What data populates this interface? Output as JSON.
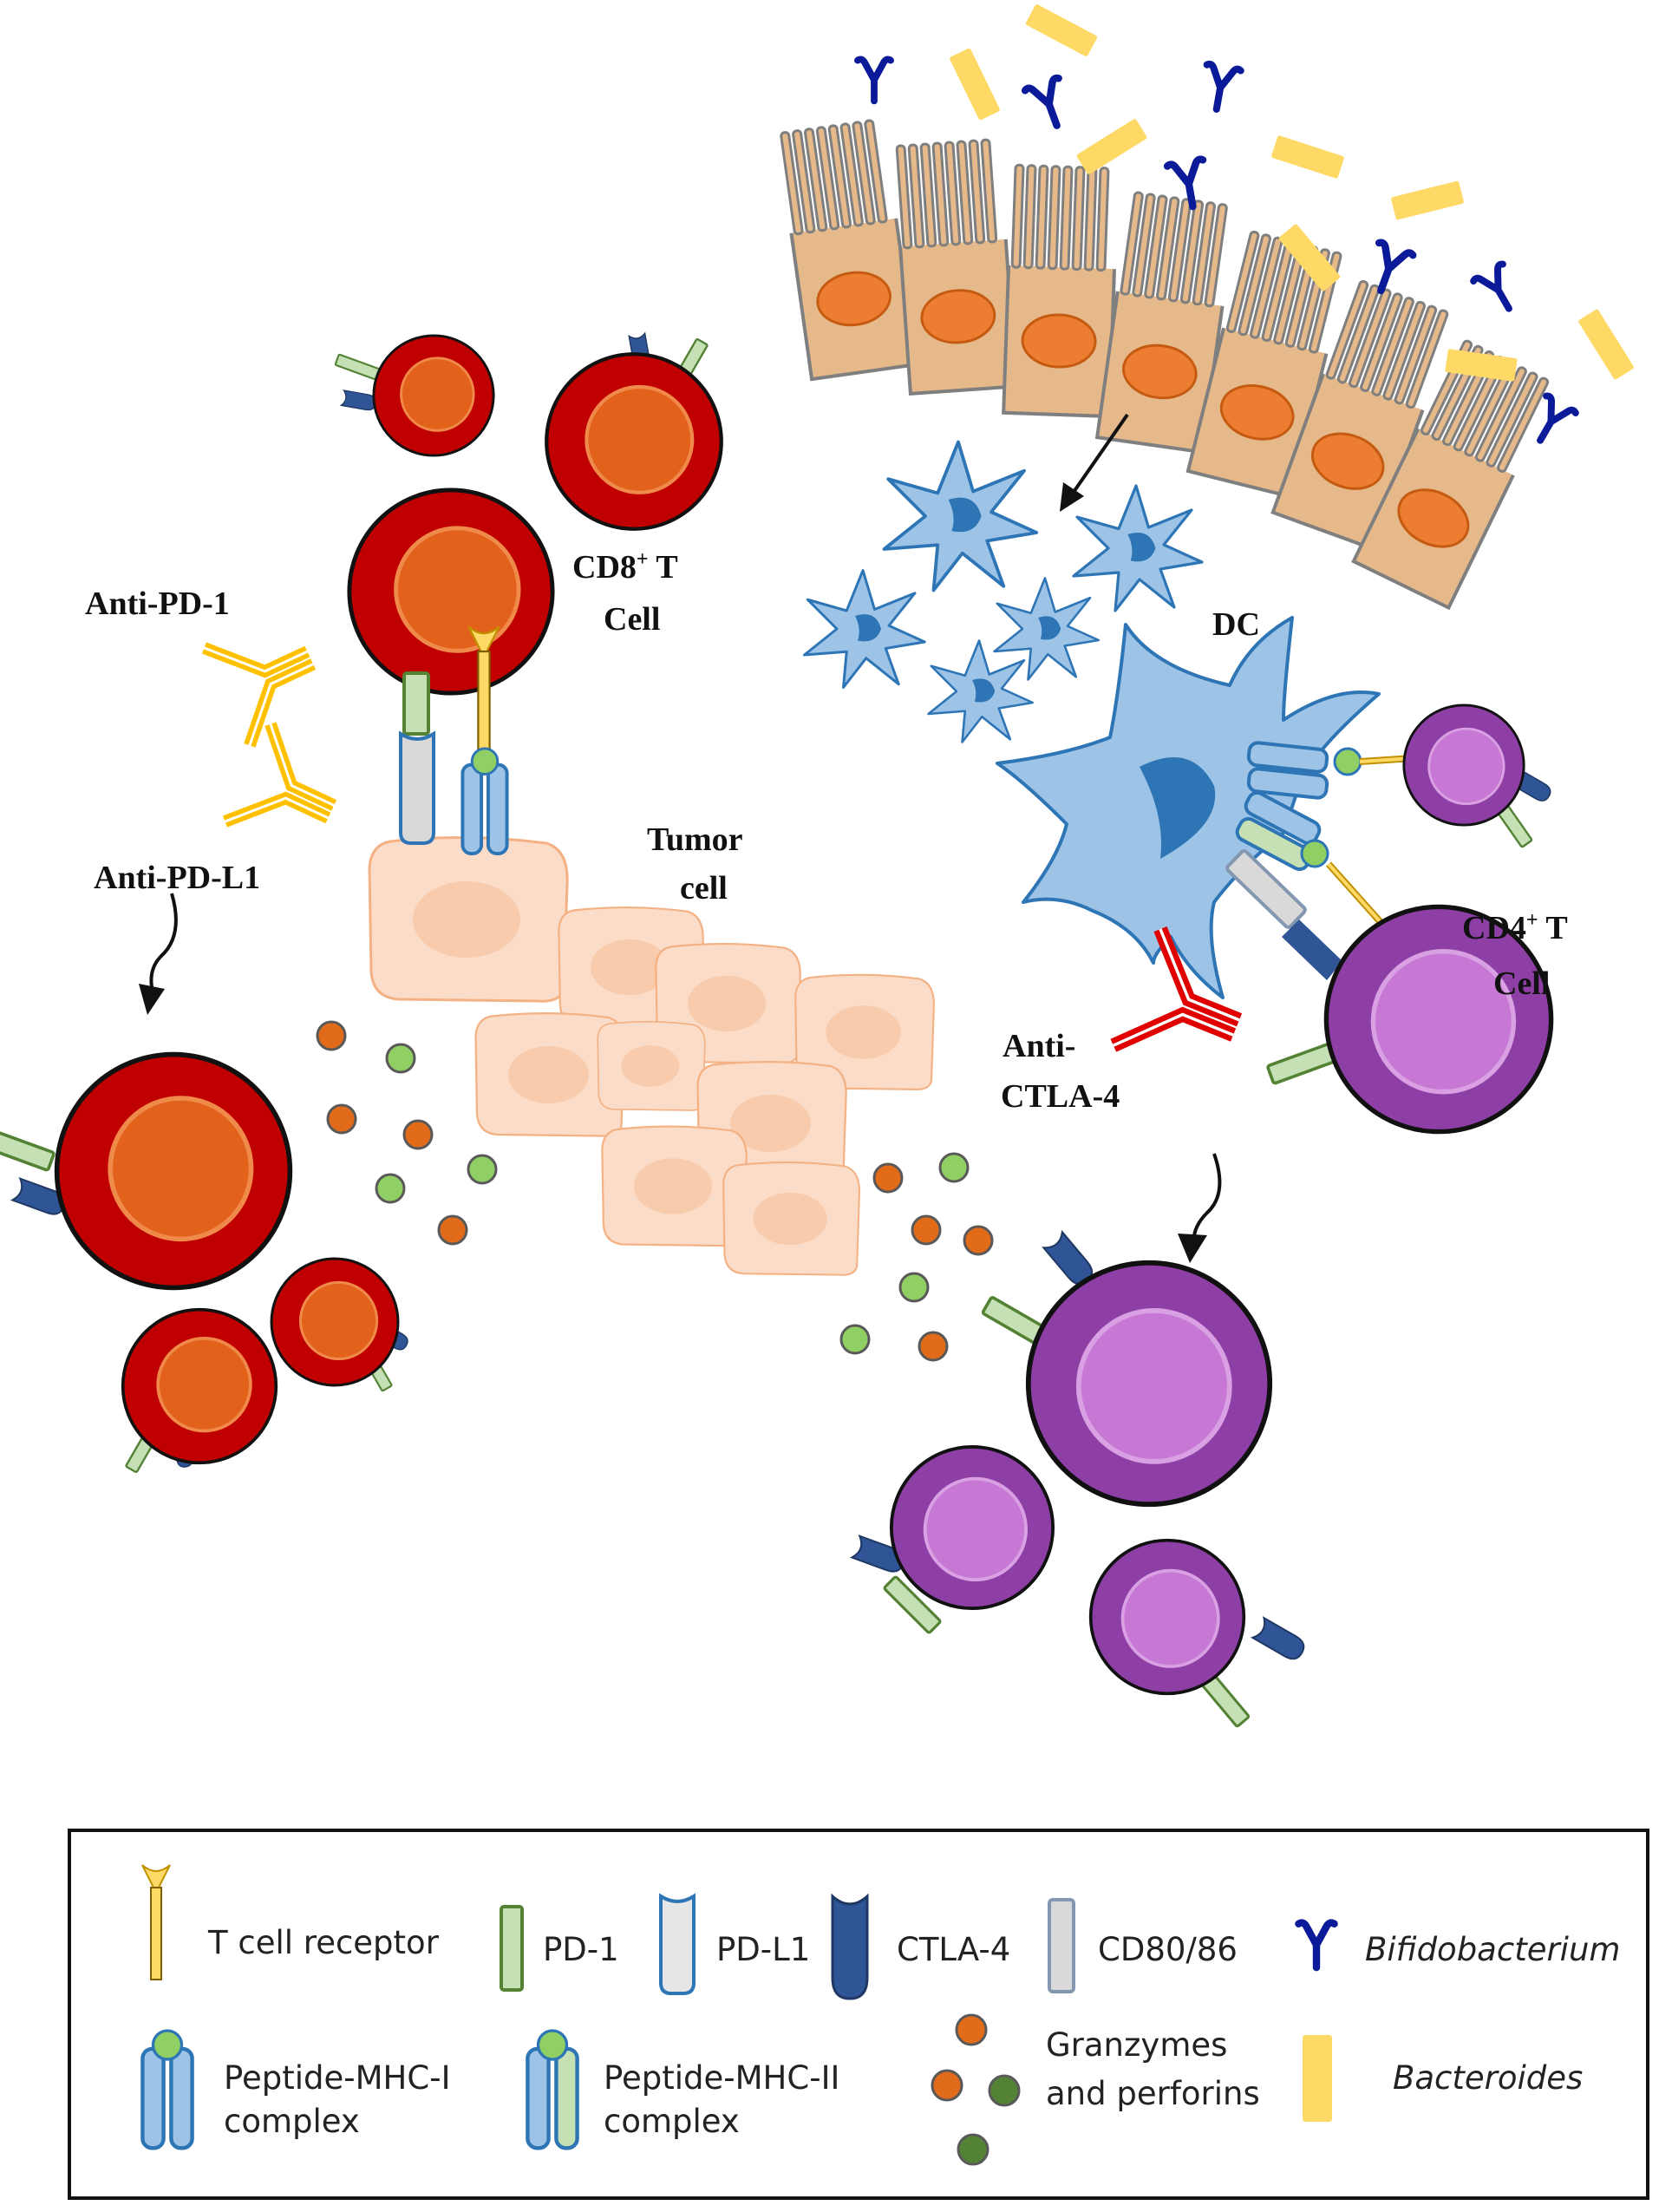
{
  "labels": {
    "anti_pd1": "Anti-PD-1",
    "anti_pdl1": "Anti-PD-L1",
    "cd8_main": "CD8",
    "cd8_sup": "+",
    "cd8_rest": " T",
    "cd8_cell": "Cell",
    "tumor_1": "Tumor",
    "tumor_2": "cell",
    "dc": "DC",
    "cd4_main": "CD4",
    "cd4_sup": "+",
    "cd4_rest": " T",
    "cd4_cell": "Cell",
    "anti_ctla4_1": "Anti-",
    "anti_ctla4_2": "CTLA-4"
  },
  "legend": {
    "tcr": "T cell receptor",
    "pd1": "PD-1",
    "pdl1": "PD-L1",
    "ctla4": "CTLA-4",
    "cd80": "CD80/86",
    "bifido": "Bifidobacterium",
    "mhc1_1": "Peptide-MHC-I",
    "mhc1_2": "complex",
    "mhc2_1": "Peptide-MHC-II",
    "mhc2_2": "complex",
    "gran_1": "Granzymes",
    "gran_2": "and perforins",
    "bacteroides": "Bacteroides"
  },
  "colors": {
    "cd8_cell": "#c00000",
    "cd8_nucleus": "#e2621b",
    "cd4_cell": "#8e3fa6",
    "cd4_nucleus": "#c778d4",
    "dc": "#9dc3e6",
    "dc_nucleus": "#2e75b6",
    "tumor": "#fbdcc8",
    "epithelium": "#e5b98a",
    "pd1": "#c5e0b4",
    "ctla4": "#2f5597",
    "bifidobacterium": "#0b1a99",
    "bacteroides": "#ffd966",
    "anti_pd": "#ffc000",
    "anti_ctla4": "#e00000",
    "granzyme_orange": "#e26b1a",
    "granzyme_green": "#8fcf63"
  }
}
